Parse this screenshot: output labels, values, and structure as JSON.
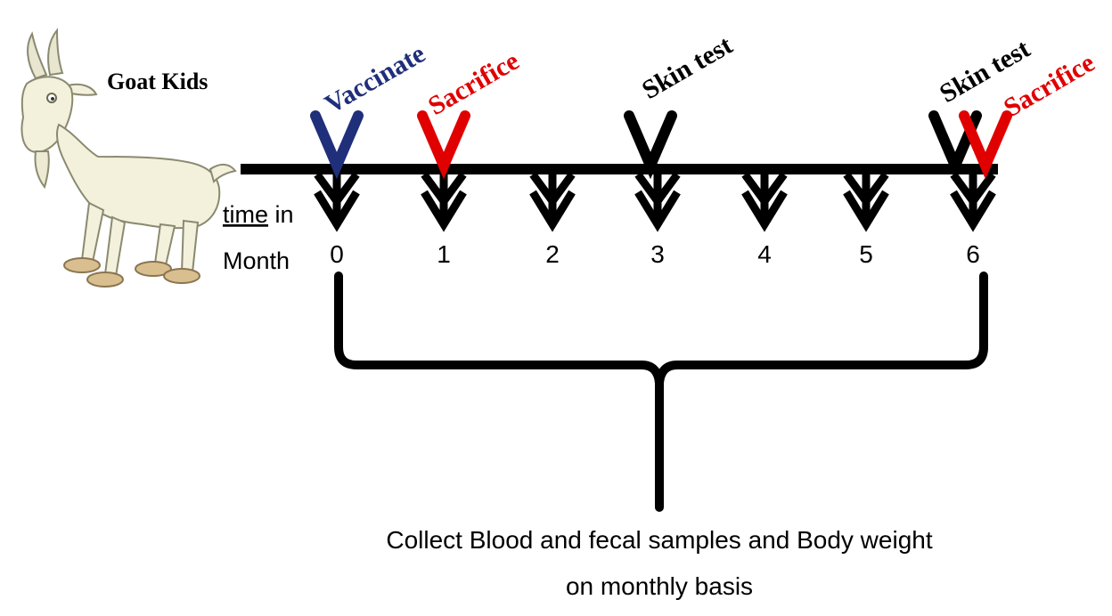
{
  "subject_label": "Goat Kids",
  "axis_label": {
    "underlined": "time",
    "rest": " in",
    "line2": "Month"
  },
  "months": [
    "0",
    "1",
    "2",
    "3",
    "4",
    "5",
    "6"
  ],
  "events": [
    {
      "month": 0,
      "label": "Vaccinate",
      "color": "#1f2f7a"
    },
    {
      "month": 1,
      "label": "Sacrifice",
      "color": "#e00000"
    },
    {
      "month": 3,
      "label": "Skin test",
      "color": "#000000"
    },
    {
      "month": 6,
      "label": "Skin test",
      "color": "#000000"
    },
    {
      "month": 6,
      "label": "Sacrifice",
      "color": "#e00000"
    }
  ],
  "sampling_note": {
    "line1": "Collect Blood and fecal samples and Body weight",
    "line2": "on monthly basis"
  },
  "colors": {
    "line": "#000000",
    "vaccinate": "#1f2f7a",
    "sacrifice": "#e00000",
    "goat_body": "#f3f1dc",
    "goat_hoof": "#d9bf8f"
  }
}
